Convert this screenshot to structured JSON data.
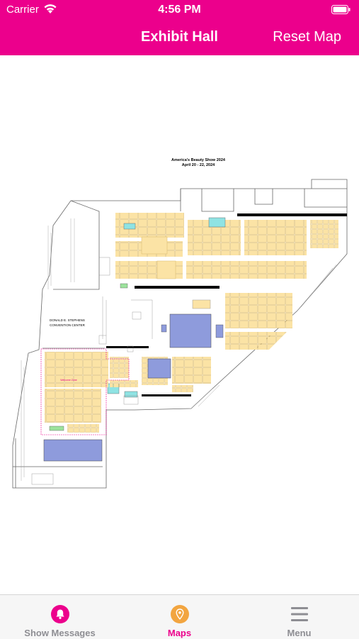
{
  "status_bar": {
    "carrier": "Carrier",
    "time": "4:56 PM"
  },
  "nav": {
    "title": "Exhibit Hall",
    "reset_label": "Reset Map"
  },
  "map": {
    "header_line1": "America's Beauty Show 2024",
    "header_line2": "April 20 - 22, 2024",
    "venue_line1": "DONALD E. STEPHENS",
    "venue_line2": "CONVENTION CENTER",
    "welcome_label": "Welcome Zone"
  },
  "tabs": [
    {
      "label": "Show Messages",
      "icon": "bell-icon",
      "active": false
    },
    {
      "label": "Maps",
      "icon": "location-pin-icon",
      "active": true
    },
    {
      "label": "Menu",
      "icon": "hamburger-menu-icon",
      "active": false
    }
  ],
  "colors": {
    "accent": "#EC008C",
    "booth": "#FBE3A5",
    "feature_blue": "#8E9BDC",
    "feature_teal": "#8FE3E3",
    "feature_green": "#9CE39C",
    "inactive": "#8e8e93"
  }
}
